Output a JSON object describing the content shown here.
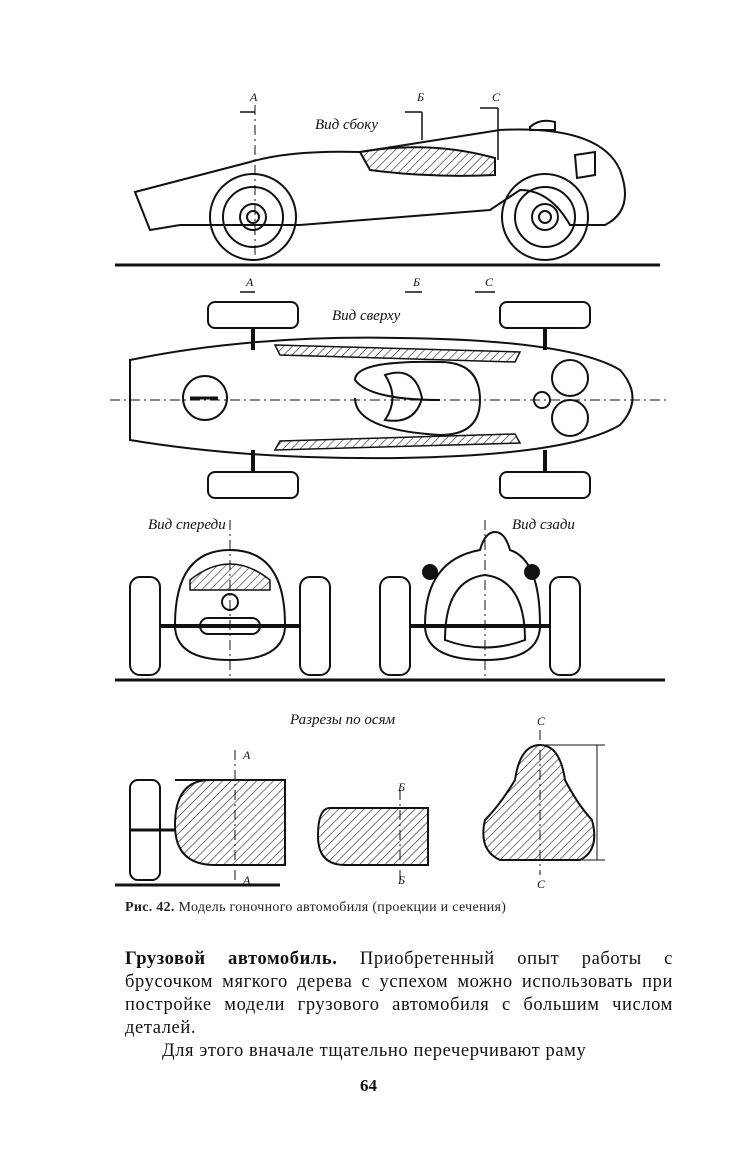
{
  "figure": {
    "view_side": "Вид сбоку",
    "view_top": "Вид сверху",
    "view_front": "Вид спереди",
    "view_rear": "Вид сзади",
    "sections_title": "Разрезы по осям",
    "axis_a": "А",
    "axis_b": "Б",
    "axis_c": "С"
  },
  "caption": {
    "label": "Рис. 42.",
    "text": "Модель гоночного автомобиля (проекции и сечения)"
  },
  "body": {
    "heading": "Грузовой автомобиль.",
    "para1_rest": " Приобретенный опыт работы с брусочком мягкого дерева с успехом можно использовать при постройке модели грузового автомобиля с большим числом деталей.",
    "para2": "Для этого вначале тщательно перечерчивают раму"
  },
  "page_number": "64"
}
